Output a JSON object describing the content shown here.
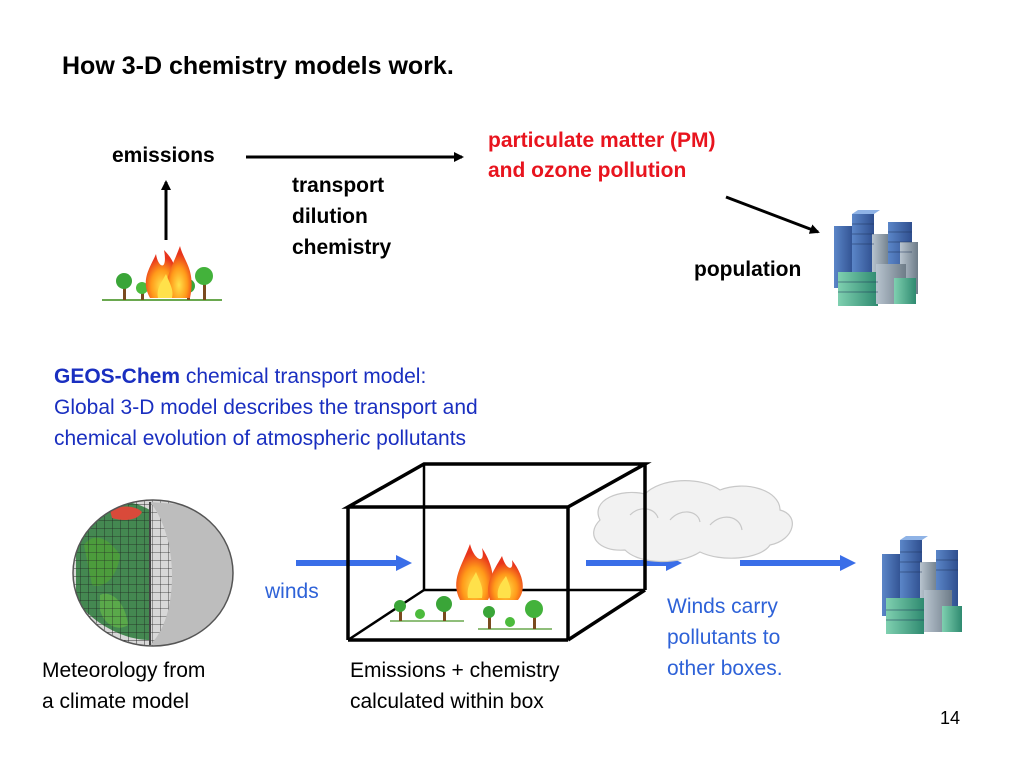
{
  "slide": {
    "title": "How 3-D chemistry models work.",
    "page_number": "14"
  },
  "top_diagram": {
    "emissions_label": "emissions",
    "processes": [
      "transport",
      "dilution",
      "chemistry"
    ],
    "pm_lines": [
      "particulate matter (PM)",
      "and ozone pollution"
    ],
    "population_label": "population",
    "pm_color": "#e8141e"
  },
  "model_description": {
    "name": "GEOS-Chem",
    "name_suffix": " chemical transport model:",
    "lines": [
      "Global 3-D model describes the transport and",
      "chemical evolution of atmospheric pollutants"
    ],
    "color": "#1a2fc0"
  },
  "bottom_diagram": {
    "winds_label": "winds",
    "winds_carry_lines": [
      "Winds carry",
      "pollutants to",
      "other boxes."
    ],
    "meteorology_lines": [
      "Meteorology from",
      "a climate model"
    ],
    "emissions_chemistry_lines": [
      "Emissions + chemistry",
      "calculated within box"
    ],
    "arrow_color": "#3a6ee8"
  },
  "icons": [
    "fire-icon",
    "tree-icon",
    "city-buildings-icon",
    "globe-grid-icon",
    "cloud-icon"
  ]
}
